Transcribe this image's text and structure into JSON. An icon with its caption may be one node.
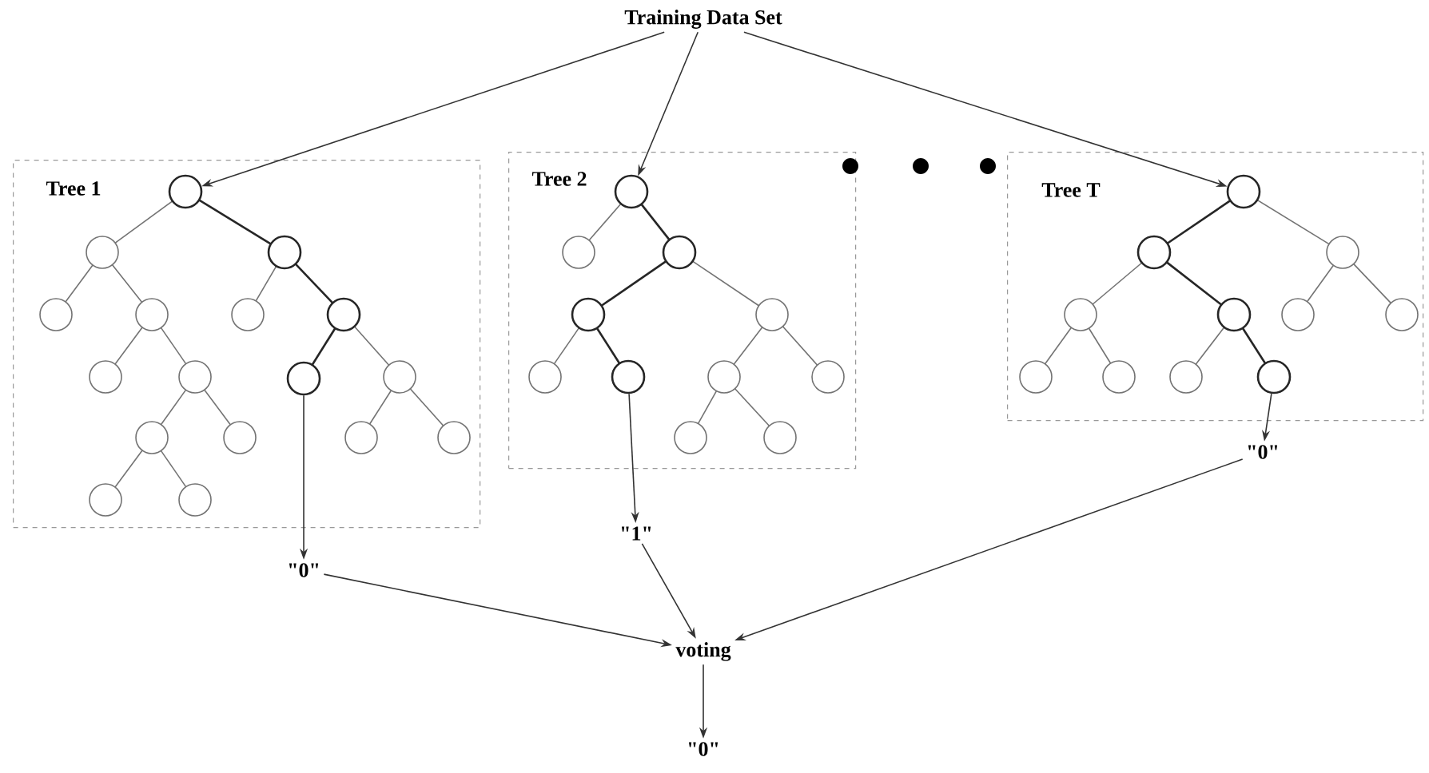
{
  "diagram": {
    "nodes": [
      {
        "text": [
          "Training Data Set"
        ]
      },
      {
        "text": [
          "Tree 1"
        ]
      },
      {
        "text": [],
        "shape": "circle",
        "in": 1
      },
      {
        "text": [],
        "shape": "circle",
        "in": 1
      },
      {
        "text": [
          "Tree 2"
        ]
      },
      {
        "text": [],
        "shape": "circle",
        "in": 4
      },
      {
        "text": [],
        "shape": "circle",
        "in": 4
      },
      {
        "text": [
          "Tree T"
        ]
      },
      {
        "text": [],
        "shape": "circle",
        "in": 7
      },
      {
        "text": [],
        "shape": "circle",
        "in": 7
      },
      {
        "text": [
          "\"0\""
        ]
      },
      {
        "text": [
          "\"1\""
        ]
      },
      {
        "text": [
          "\"0\""
        ]
      },
      {
        "text": [
          "voting"
        ]
      },
      {
        "text": [
          "\"0\""
        ]
      }
    ],
    "edges": [
      {
        "from": 0,
        "to": 2,
        "arrow": "to"
      },
      {
        "from": 0,
        "to": 5,
        "arrow": "to"
      },
      {
        "from": 0,
        "to": 8,
        "arrow": "to"
      },
      {
        "from": 3,
        "to": 10,
        "arrow": "to"
      },
      {
        "from": 6,
        "to": 11,
        "arrow": "to"
      },
      {
        "from": 9,
        "to": 12,
        "arrow": "to"
      },
      {
        "from": 10,
        "to": 13,
        "arrow": "to"
      },
      {
        "from": 11,
        "to": 13,
        "arrow": "to"
      },
      {
        "from": 12,
        "to": 13,
        "arrow": "to"
      },
      {
        "from": 13,
        "to": 14,
        "arrow": "to"
      }
    ]
  }
}
